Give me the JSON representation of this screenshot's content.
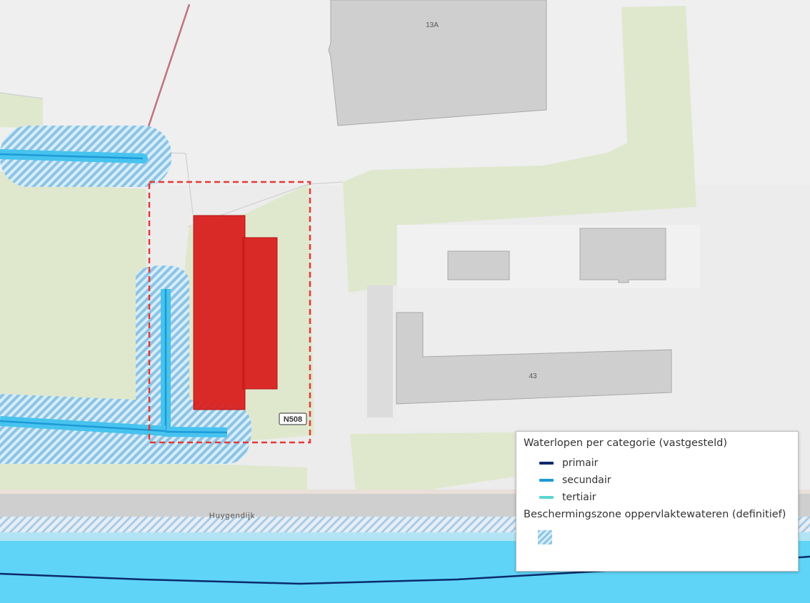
{
  "map": {
    "buildings": [
      {
        "label": "13A"
      },
      {
        "label": "43"
      }
    ],
    "road": {
      "name": "Huygendijk",
      "shield": "N508"
    },
    "colors": {
      "background": "#ececec",
      "greenery": "#dfe8cd",
      "building": "#cfcfcf",
      "water": "#4fc6f0",
      "highlight": "#d9201f",
      "selection_outline": "#e53935",
      "route_line": "#c0727e"
    }
  },
  "legend": {
    "title": "Waterlopen per categorie (vastgesteld)",
    "items": [
      {
        "label": "primair",
        "color": "#0b2a6b"
      },
      {
        "label": "secundair",
        "color": "#1e9ad6"
      },
      {
        "label": "tertiair",
        "color": "#59d6d1"
      }
    ],
    "zone_title": "Beschermingszone oppervlaktewateren (definitief)",
    "zone_icon": "hatched-zone-icon"
  }
}
